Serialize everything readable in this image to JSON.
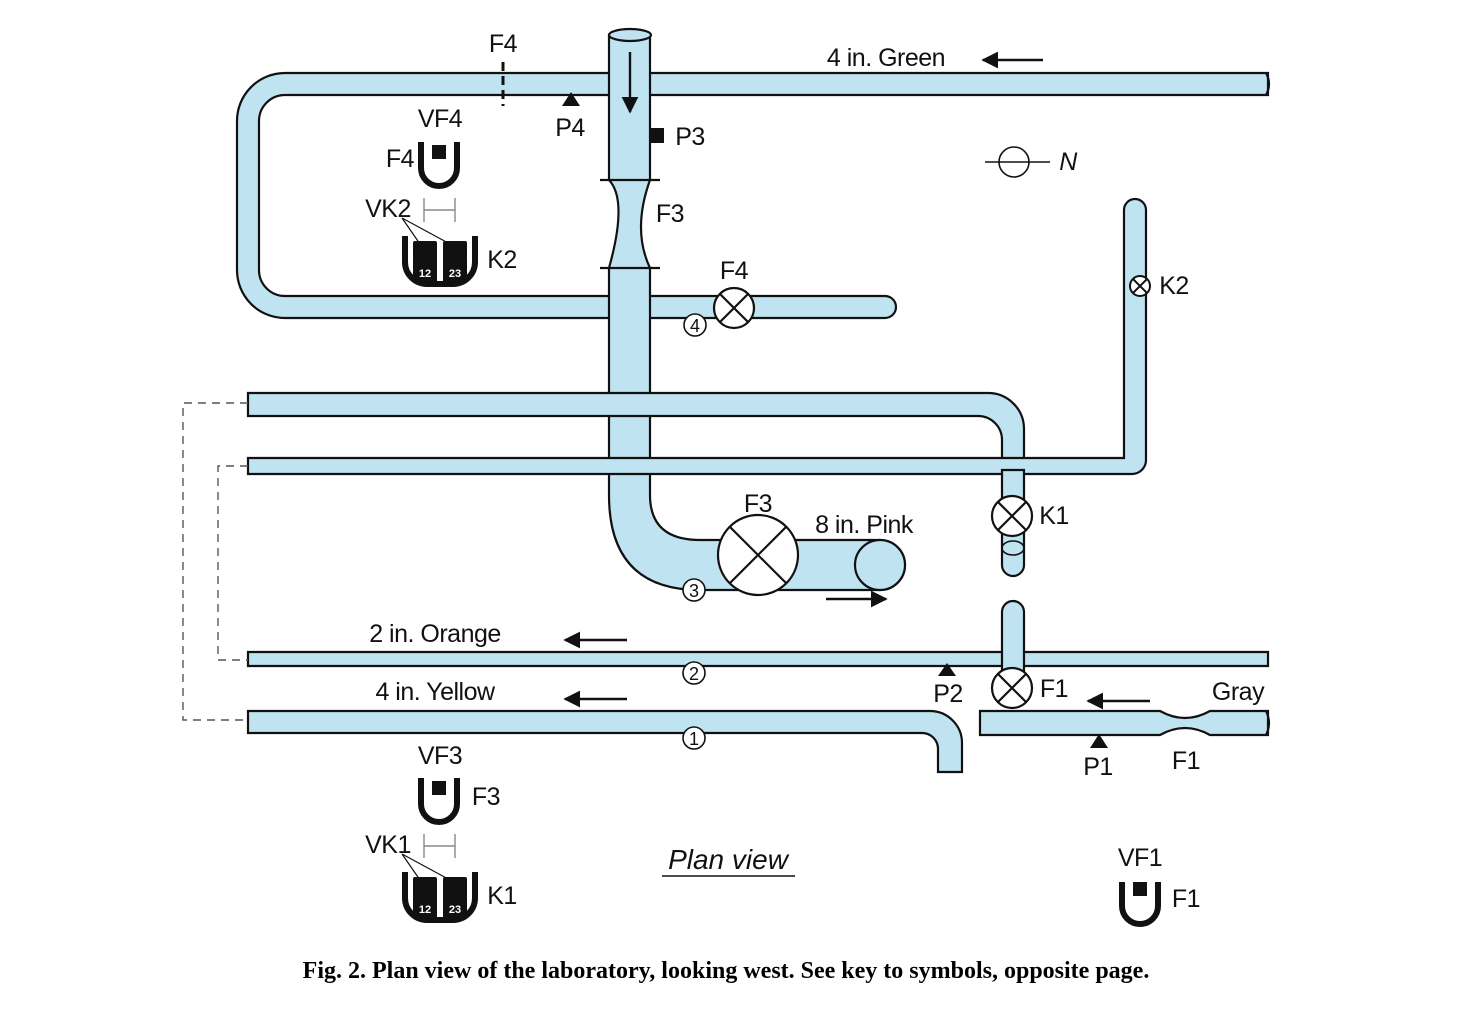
{
  "labels": {
    "green_pipe": "4 in. Green",
    "pink_pipe": "8 in. Pink",
    "orange_pipe": "2 in. Orange",
    "yellow_pipe": "4 in. Yellow",
    "gray_pipe": "Gray",
    "north": "N",
    "view_title": "Plan view",
    "caption": "Fig. 2.  Plan view of the laboratory, looking west.  See key to symbols, opposite page."
  },
  "points": {
    "F4_top": "F4",
    "P4": "P4",
    "P3": "P3",
    "F3_venturi": "F3",
    "F4_valve": "F4",
    "K2_valve": "K2",
    "K1_valve": "K1",
    "F3_valve": "F3",
    "F1_valve": "F1",
    "F1_venturi": "F1",
    "P1": "P1",
    "P2": "P2"
  },
  "stations": [
    "1",
    "2",
    "3",
    "4"
  ],
  "gauges": {
    "vf4": {
      "label": "VF4",
      "side": "F4"
    },
    "vk2": {
      "label": "VK2",
      "side": "K2",
      "cell_a": "12",
      "cell_b": "23"
    },
    "vf3": {
      "label": "VF3",
      "side": "F3"
    },
    "vk1": {
      "label": "VK1",
      "side": "K1",
      "cell_a": "12",
      "cell_b": "23"
    },
    "vf1": {
      "label": "VF1",
      "side": "F1"
    }
  },
  "colors": {
    "pipe_fill": "#bfe3f0",
    "outline": "#111111"
  }
}
